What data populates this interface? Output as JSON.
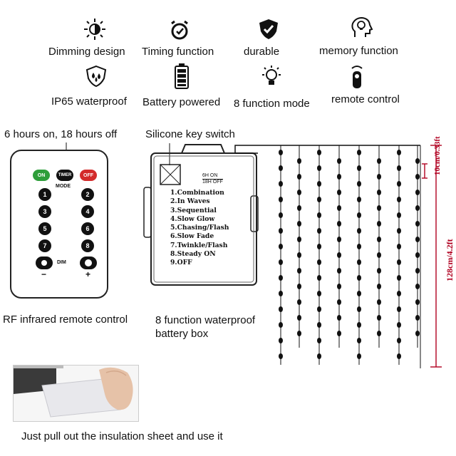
{
  "features_row1": [
    {
      "label": "Dimming design",
      "icon": "brightness-icon"
    },
    {
      "label": "Timing function",
      "icon": "alarm-clock-icon"
    },
    {
      "label": "durable",
      "icon": "shield-icon"
    },
    {
      "label": "memory function",
      "icon": "head-lightbulb-icon"
    }
  ],
  "features_row2": [
    {
      "label": "IP65 waterproof",
      "icon": "water-drops-icon"
    },
    {
      "label": "Battery powered",
      "icon": "battery-icon"
    },
    {
      "label": "8 function mode",
      "icon": "lightbulb-icon"
    },
    {
      "label": "remote control",
      "icon": "remote-icon"
    }
  ],
  "remote": {
    "caption_top": "6 hours on, 18 hours off",
    "on": "ON",
    "timer": "TIMER",
    "off": "OFF",
    "mode": "MODE",
    "numbers": [
      "1",
      "2",
      "3",
      "4",
      "5",
      "6",
      "7",
      "8"
    ],
    "dim": "DIM",
    "minus": "−",
    "plus": "+",
    "caption_bottom": "RF infrared remote control"
  },
  "battery_box": {
    "caption_top": "Silicone key switch",
    "switch_top": "6H ON",
    "switch_bottom": "18H OFF",
    "modes": [
      "1.Combination",
      "2.In Waves",
      "3.Sequential",
      "4.Slow Glow",
      "5.Chasing/Flash",
      "6.Slow Fade",
      "7.Twinkle/Flash",
      "8.Steady ON",
      "9.OFF"
    ],
    "caption_line1": "8 function waterproof",
    "caption_line2": "battery box"
  },
  "curtain": {
    "spacing_label": "10cm/0.33ft",
    "height_label": "128cm/4.2ft",
    "dim_color": "#b00020"
  },
  "insulation": {
    "caption": "Just pull out the insulation sheet and use it"
  }
}
